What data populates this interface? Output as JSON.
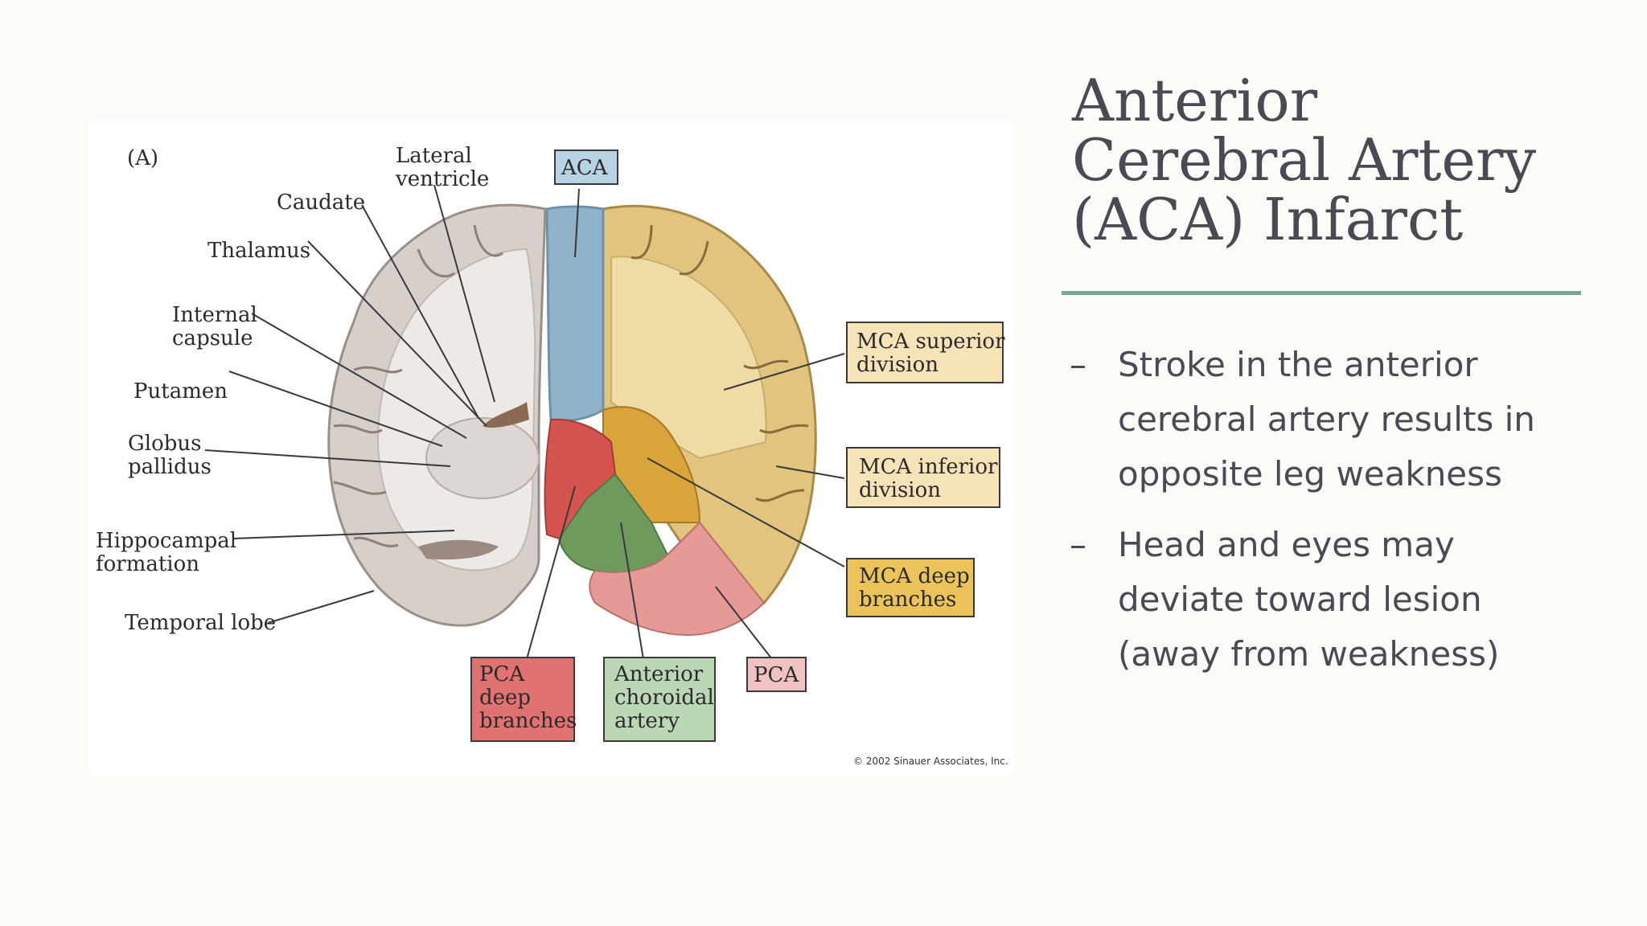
{
  "slide": {
    "title_lines": [
      "Anterior",
      "Cerebral Artery",
      "(ACA) Infarct"
    ],
    "bullets": [
      {
        "dash": "–",
        "lines": [
          "Stroke in the anterior",
          "cerebral artery results in",
          "opposite leg weakness"
        ]
      },
      {
        "dash": "–",
        "lines": [
          "Head and eyes may",
          "deviate toward lesion",
          "(away from weakness)"
        ]
      }
    ],
    "accent_color": "#7aa59b"
  },
  "figure": {
    "panel_label": "(A)",
    "left_labels": {
      "lateral_ventricle": [
        "Lateral",
        "ventricle"
      ],
      "caudate": "Caudate",
      "thalamus": "Thalamus",
      "internal_capsule": [
        "Internal",
        "capsule"
      ],
      "putamen": "Putamen",
      "globus_pallidus": [
        "Globus",
        "pallidus"
      ],
      "hippocampal_formation": [
        "Hippocampal",
        "formation"
      ],
      "temporal_lobe": "Temporal lobe"
    },
    "territory_boxes": {
      "aca": {
        "label": [
          "ACA"
        ],
        "color": "#b8d3e3"
      },
      "mca_superior": {
        "label": [
          "MCA superior",
          "division"
        ],
        "color": "#f6e4b8"
      },
      "mca_inferior": {
        "label": [
          "MCA inferior",
          "division"
        ],
        "color": "#f6e4b8"
      },
      "mca_deep": {
        "label": [
          "MCA deep",
          "branches"
        ],
        "color": "#ecc35a"
      },
      "pca": {
        "label": [
          "PCA"
        ],
        "color": "#f1c2c2"
      },
      "pca_deep": {
        "label": [
          "PCA",
          "deep",
          "branches"
        ],
        "color": "#e07272"
      },
      "anterior_choroidal": {
        "label": [
          "Anterior",
          "choroidal",
          "artery"
        ],
        "color": "#bcd7b6"
      }
    },
    "copyright": "© 2002 Sinauer Associates, Inc."
  }
}
